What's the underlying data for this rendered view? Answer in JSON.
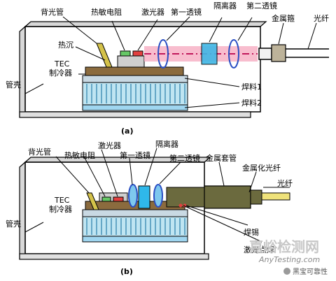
{
  "diagram_a": {
    "caption": "(a)",
    "labels": {
      "backlight_tube": "背光管",
      "thermistor": "热敏电阻",
      "laser": "激光器",
      "first_lens": "第一透镜",
      "isolator": "隔离器",
      "second_lens": "第二透镜",
      "metal_hoop": "金属箍",
      "fiber": "光纤",
      "heat_sink": "热沉",
      "tec_line1": "TEC",
      "tec_line2": "制冷器",
      "package_shell": "管壳",
      "solder1": "焊料1",
      "solder2": "焊料2"
    }
  },
  "diagram_b": {
    "caption": "(b)",
    "labels": {
      "backlight_tube": "背光管",
      "thermistor": "热敏电阻",
      "laser": "激光器",
      "first_lens": "第一透镜",
      "isolator": "隔离器",
      "second_lens": "第二透镜",
      "metal_sleeve": "金属套管",
      "metallized_fiber": "金属化光纤",
      "fiber": "光纤",
      "tec_line1": "TEC",
      "tec_line2": "制冷器",
      "package_shell": "管壳",
      "solder_tin": "焊锡",
      "laser_spot_weld": "激光点焊"
    }
  },
  "watermark": {
    "main": "嘉峪检测网",
    "sub": "AnyTesting.com",
    "account": "黑宝可靠性"
  }
}
